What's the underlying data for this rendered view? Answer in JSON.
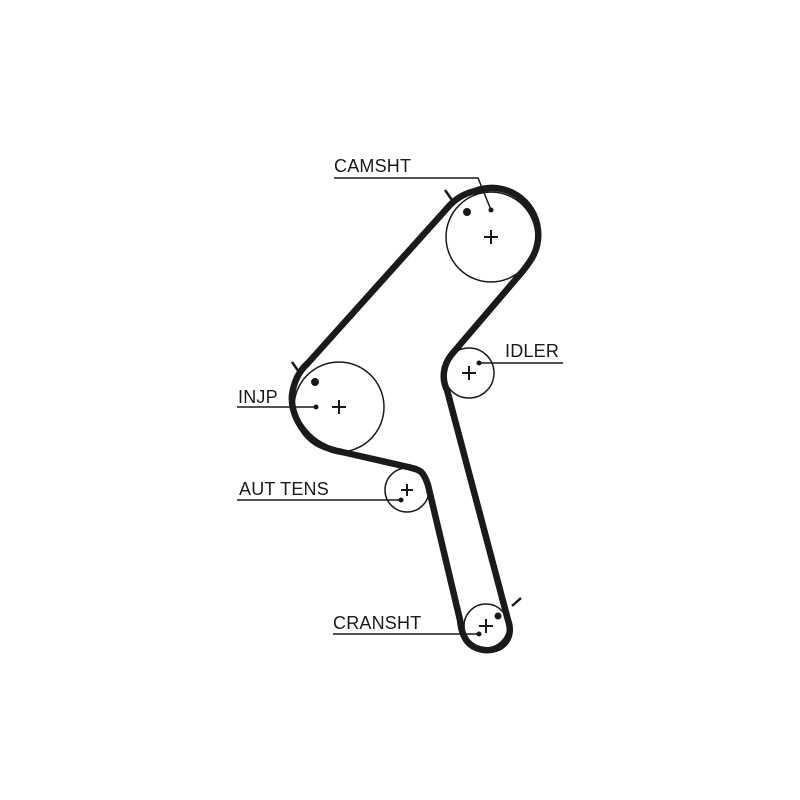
{
  "labels": {
    "camshaft": "CAMSHT",
    "idler": "IDLER",
    "injection_pump": "INJP",
    "auto_tensioner": "AUT TENS",
    "crankshaft": "CRANSHT"
  },
  "colors": {
    "line": "#1a1a1a",
    "label": "#1a1a1a",
    "background": "#ffffff"
  }
}
